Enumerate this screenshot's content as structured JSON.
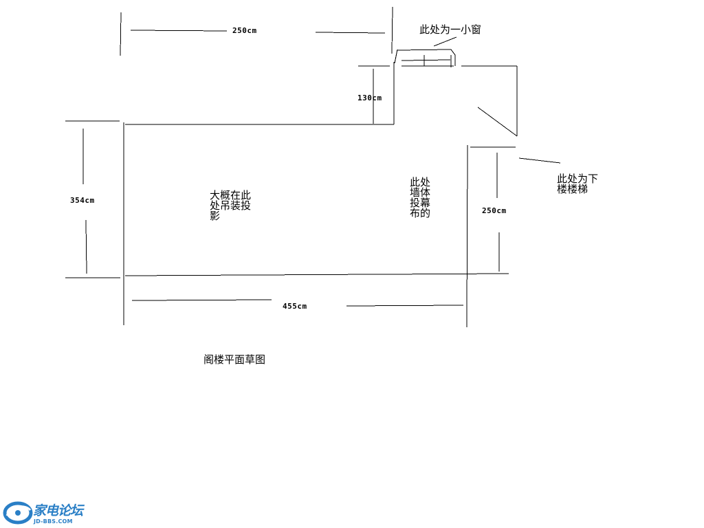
{
  "dimensions": {
    "top_width": "250cm",
    "notch_depth": "130cm",
    "left_height": "354cm",
    "right_height": "250cm",
    "bottom_width": "455cm"
  },
  "annotations": {
    "window": "此处为一小窗",
    "stairs": "此处为下\n楼楼梯",
    "projector": "大概在此\n处吊装投\n影",
    "screen_wall": "此处\n墙体\n投幕\n布的"
  },
  "caption": "阁楼平面草图",
  "watermark": {
    "name": "家电论坛",
    "domain": "JD-BBS.COM"
  },
  "colors": {
    "ink": "#000000",
    "background": "#ffffff",
    "watermark": "#2a7fc6"
  }
}
